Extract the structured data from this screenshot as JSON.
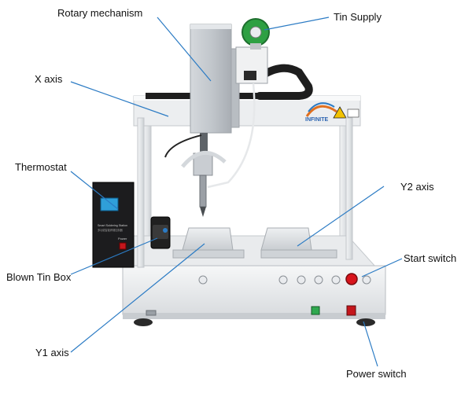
{
  "callouts": {
    "rotary_mechanism": "Rotary mechanism",
    "tin_supply": "Tin Supply",
    "x_axis": "X axis",
    "thermostat": "Thermostat",
    "y2_axis": "Y2 axis",
    "start_switch": "Start switch",
    "blown_tin_box": "Blown Tin Box",
    "y1_axis": "Y1 axis",
    "power_switch": "Power switch"
  },
  "machine_text": {
    "brand": "INFINITE",
    "controller_line1": "Smart Soldering Station",
    "controller_line2": "多功能智能焊锡控制器",
    "controller_power": "Power"
  },
  "colors": {
    "leader_line": "#2b7bc4",
    "frame": "#e6e8ea",
    "panel": "#bcc0c4",
    "controller": "#1c1c1e",
    "lcd": "#2f9fd9",
    "start_button": "#d8141c",
    "power_switch": "#c4161c",
    "indicator_green": "#2fa84f"
  }
}
